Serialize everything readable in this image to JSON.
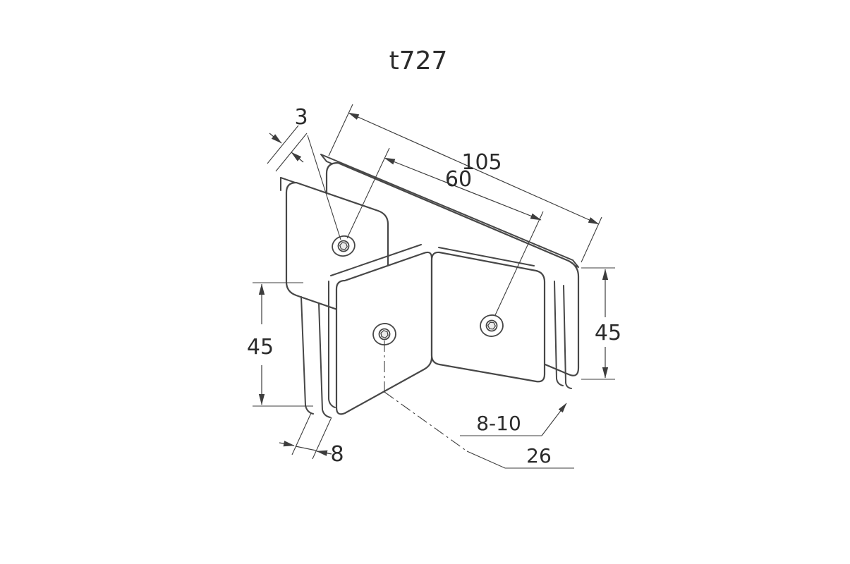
{
  "drawing": {
    "title": "t727",
    "dimensions": {
      "thickness": "3",
      "overall_width": "105",
      "hole_spacing": "60",
      "height_right": "45",
      "height_left": "45",
      "plate_gap": "8",
      "glass_thickness": "8-10",
      "depth": "26"
    },
    "colors": {
      "line": "#3d3d3d",
      "part_line": "#474747",
      "background": "#ffffff"
    }
  }
}
